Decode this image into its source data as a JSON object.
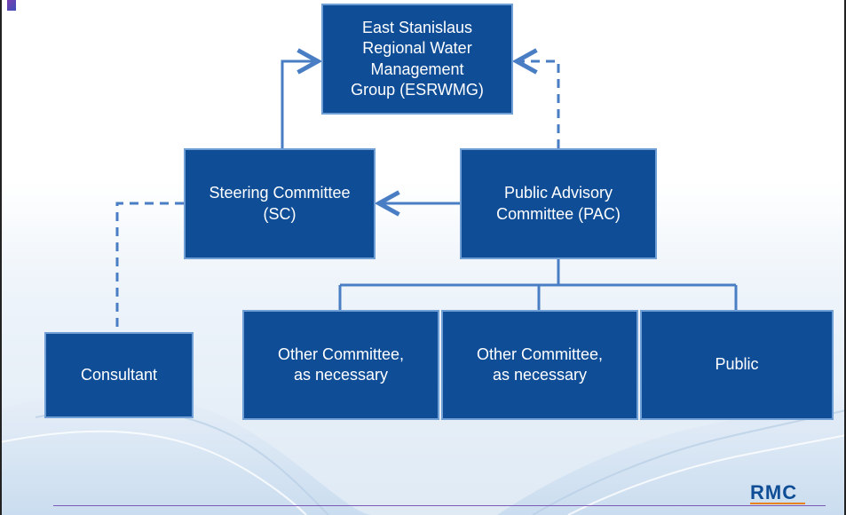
{
  "diagram": {
    "nodes": {
      "esrwmg": "East Stanislaus\nRegional Water\nManagement\nGroup (ESRWMG)",
      "steering_committee": "Steering Committee\n(SC)",
      "pac": "Public Advisory\nCommittee (PAC)",
      "consultant": "Consultant",
      "other_committee_1": "Other Committee,\nas necessary",
      "other_committee_2": "Other Committee,\nas necessary",
      "public": "Public"
    },
    "edges": [
      {
        "from": "steering_committee",
        "to": "esrwmg",
        "style": "solid"
      },
      {
        "from": "pac",
        "to": "esrwmg",
        "style": "dashed"
      },
      {
        "from": "pac",
        "to": "steering_committee",
        "style": "solid"
      },
      {
        "from": "steering_committee",
        "to": "consultant",
        "style": "dashed"
      },
      {
        "from": "pac",
        "to": "other_committee_1",
        "style": "solid"
      },
      {
        "from": "pac",
        "to": "other_committee_2",
        "style": "solid"
      },
      {
        "from": "pac",
        "to": "public",
        "style": "solid"
      }
    ]
  },
  "colors": {
    "node_fill": "#0f4d96",
    "node_border": "#6f9fd4",
    "connector": "#4a7ec4"
  },
  "logo": "RMC"
}
